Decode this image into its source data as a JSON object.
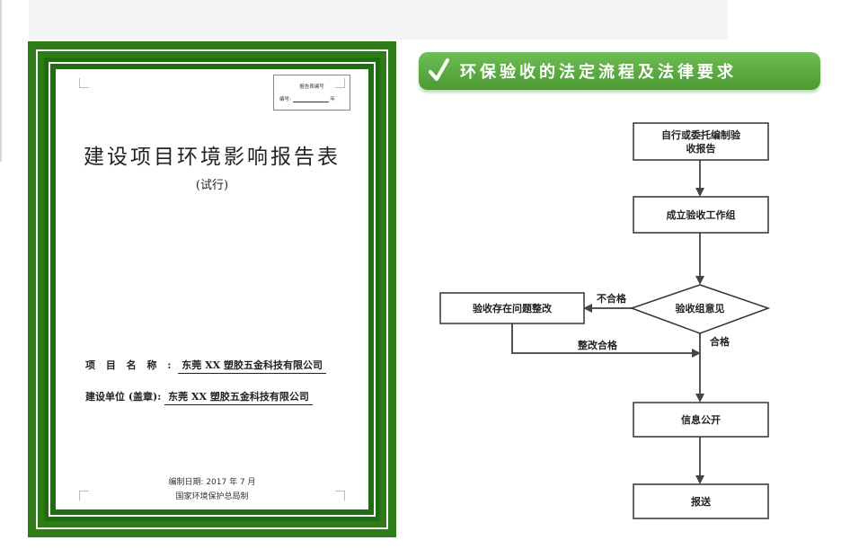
{
  "report": {
    "form_box_title": "报告表编号",
    "form_code_label": "编号:",
    "form_year_label": "年",
    "title": "建设项目环境影响报告表",
    "subtitle": "(试行)",
    "project_name_label": "项 目 名 称 :",
    "project_name_value": "东莞 XX 塑胶五金科技有限公司",
    "builder_label": "建设单位 (盖章):",
    "builder_value": "东莞 XX 塑胶五金科技有限公司",
    "compile_date": "编制日期: 2017 年 7 月",
    "issuer": "国家环境保护总局制"
  },
  "flowchart": {
    "banner_title": "环保验收的法定流程及法律要求",
    "nodes": {
      "entrust_line1": "自行或委托编制验",
      "entrust_line2": "收报告",
      "team": "成立验收工作组",
      "opinion": "验收组意见",
      "rectify": "验收存在问题整改",
      "publish": "信息公开",
      "submit": "报送"
    },
    "edges": {
      "fail": "不合格",
      "pass": "合格",
      "rectified_pass": "整改合格"
    }
  },
  "colors": {
    "frame_green": "#2f7b18",
    "banner_green": "#5aab3f"
  }
}
